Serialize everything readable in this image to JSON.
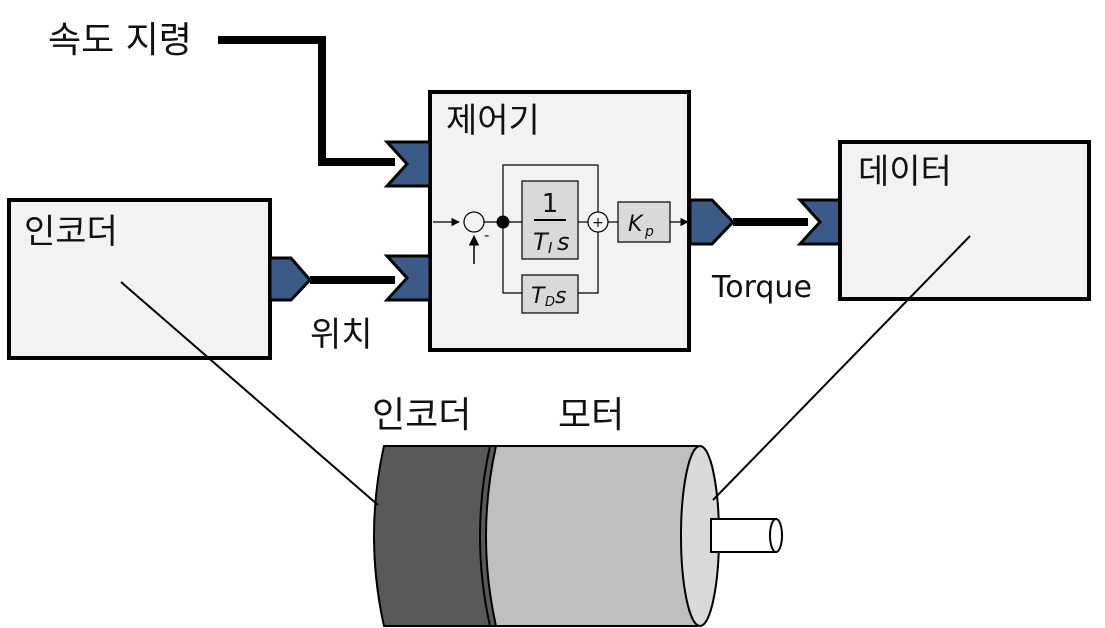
{
  "labels": {
    "speed_command": "속도 지령",
    "controller": "제어기",
    "encoder_block": "인코더",
    "data_block": "데이터",
    "position": "위치",
    "torque": "Torque",
    "encoder_hw": "인코더",
    "motor_hw": "모터"
  },
  "controller_math": {
    "integral_numerator": "1",
    "integral_denominator_T": "T",
    "integral_denominator_sub": "I",
    "integral_denominator_s": "s",
    "derivative_T": "T",
    "derivative_sub": "D",
    "derivative_s": "s",
    "gain_K": "K",
    "gain_sub": "p",
    "sum_sign_minus": "-",
    "sum_sign_plus": "+"
  },
  "colors": {
    "port_fill": "#3C5A87",
    "block_fill": "#F2F2F2",
    "encoder_body": "#595959",
    "motor_body": "#BFBFBF",
    "motor_face": "#D9D9D9"
  }
}
